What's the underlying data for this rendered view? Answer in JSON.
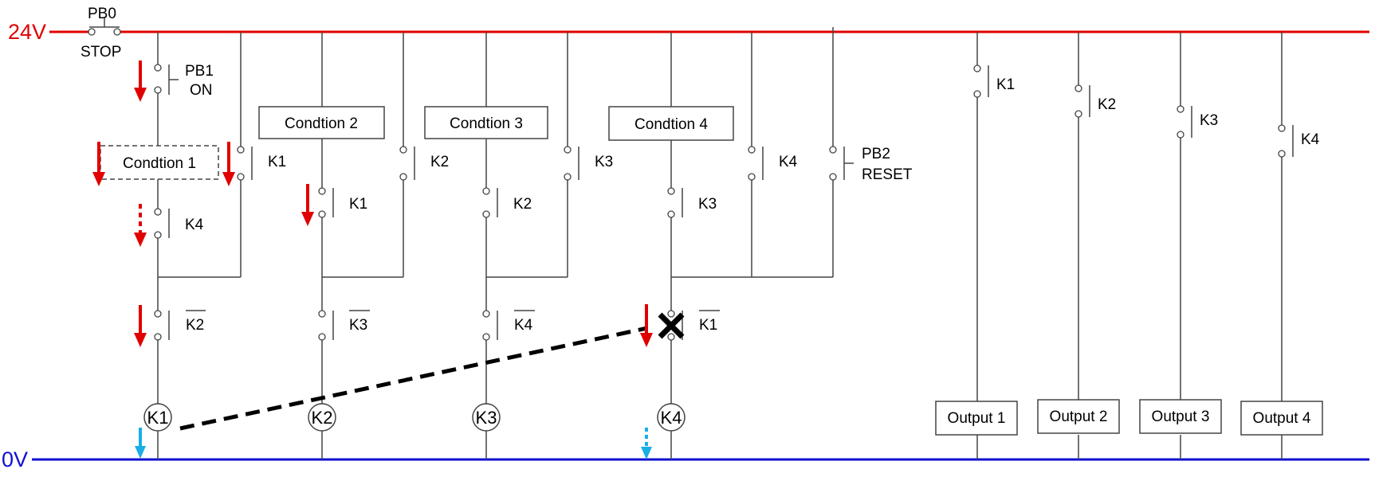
{
  "rails": {
    "top": "24V",
    "bottom": "0V",
    "top_color": "#e00000",
    "bottom_color": "#1010d0"
  },
  "pushbuttons": {
    "stop_name": "PB0",
    "stop_caption": "STOP",
    "on_name": "PB1",
    "on_caption": "ON",
    "reset_name": "PB2",
    "reset_caption": "RESET"
  },
  "conditions": [
    "Condtion 1",
    "Condtion 2",
    "Condtion 3",
    "Condtion 4"
  ],
  "seal_contacts": [
    "K1",
    "K2",
    "K3",
    "K4"
  ],
  "interlock_contacts": [
    "K4",
    "K1",
    "K2",
    "K3"
  ],
  "nc_contacts": [
    "K2",
    "K3",
    "K4",
    "K1"
  ],
  "coils": [
    "K1",
    "K2",
    "K3",
    "K4"
  ],
  "output_contacts": [
    "K1",
    "K2",
    "K3",
    "K4"
  ],
  "outputs": [
    "Output 1",
    "Output 2",
    "Output 3",
    "Output 4"
  ],
  "indicators": {
    "current_arrow_color": "#e00000",
    "return_arrow_color": "#19aee6",
    "blocked_marker": "cross-mark-icon",
    "mechanical_link": "dashed-line"
  }
}
